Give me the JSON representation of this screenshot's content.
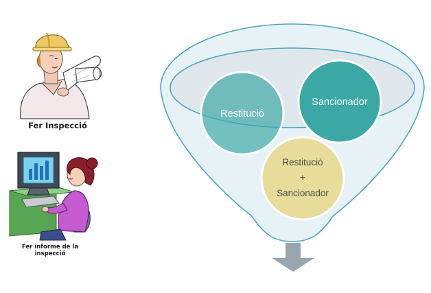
{
  "labels": {
    "inspection": "Fer Inspecció",
    "report_line1": "Fer informe de la",
    "report_line2": "inspecció"
  },
  "funnel": {
    "circles": [
      {
        "lines": [
          "Restitució"
        ],
        "color": "#3ba8a6"
      },
      {
        "lines": [
          "Sancionador"
        ],
        "color": "#3ba8a6"
      },
      {
        "lines": [
          "Restitució",
          "+",
          "Sancionador"
        ],
        "color": "#e8dc9a"
      }
    ]
  },
  "icons": {
    "inspector": "worker-with-hardhat-and-blueprints-icon",
    "report": "woman-at-computer-icon",
    "arrow": "down-arrow-icon"
  },
  "colors": {
    "funnel_fill": "#e6f2f6",
    "funnel_stroke": "#4fa6bd",
    "rim_fill": "#dfe7ec",
    "arrow": "#9aa5ae"
  }
}
